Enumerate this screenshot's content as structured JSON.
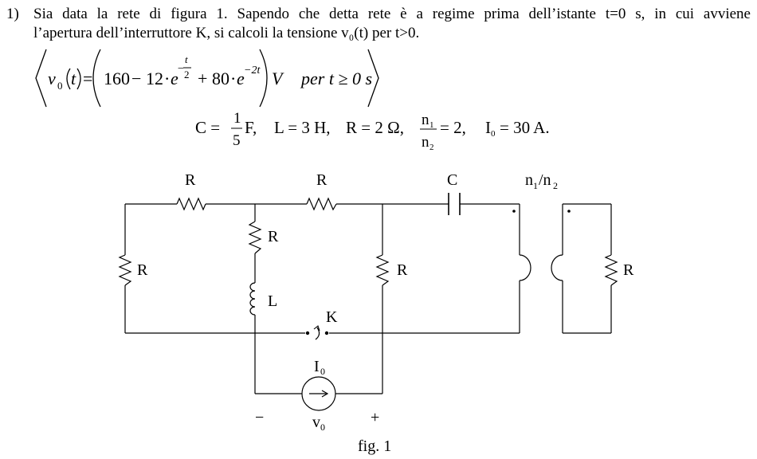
{
  "problem": {
    "number": "1)",
    "line1": "Sia data la rete di figura 1. Sapendo che detta rete è a regime prima dell’istante t=0 s, in cui avviene",
    "line2": "l’apertura dell’interruttore K, si calcoli la tensione v₀(t) per t>0."
  },
  "answer": {
    "lhs_v": "v",
    "lhs_sub": "0",
    "lhs_arg": "t",
    "eq": "=",
    "term1": "160",
    "minus": "−",
    "coef1": "12",
    "dot": "·",
    "exp_base": "e",
    "exp1_sign": "−",
    "exp1_num": "t",
    "exp1_den": "2",
    "plus": "+",
    "coef2": "80",
    "exp2": "−2t",
    "unit": "V",
    "cond": "per t ≥ 0 s"
  },
  "params": {
    "c_label": "C =",
    "c_num": "1",
    "c_den": "5",
    "c_unit": "F,",
    "l_text": "L = 3 H,",
    "r_text": "R = 2 Ω,",
    "n1": "n",
    "n1_sub": "1",
    "n2": "n",
    "n2_sub": "2",
    "ratio_val": "= 2,",
    "i0": "I",
    "i0_sub": "0",
    "i0_val": "= 30 A."
  },
  "circuit": {
    "r_label": "R",
    "l_label": "L",
    "c_label": "C",
    "k_label": "K",
    "i0_label": "I",
    "i0_sub": "0",
    "v0_label": "v",
    "v0_sub": "0",
    "minus": "−",
    "plus": "+",
    "ratio_n1": "n",
    "ratio_n1_sub": "1",
    "ratio_slash": "/n",
    "ratio_n2_sub": "2",
    "caption": "fig. 1"
  }
}
